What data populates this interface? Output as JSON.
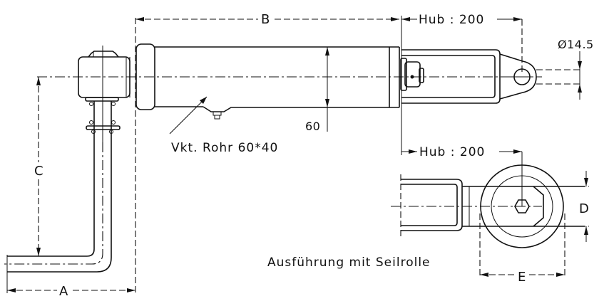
{
  "drawing": {
    "type": "technical-drawing",
    "subject": "Cylinder with angled lever arm",
    "labels": {
      "dim_A": "A",
      "dim_B": "B",
      "dim_C": "C",
      "dim_D": "D",
      "dim_E": "E",
      "stroke_top": "Hub : 200",
      "stroke_bottom": "Hub : 200",
      "hole_diameter": "Ø14.5",
      "tube_height": "60",
      "tube_callout": "Vkt. Rohr 60*40",
      "variant_caption": "Ausführung mit Seilrolle"
    },
    "line_color": "#111111",
    "background": "#ffffff"
  }
}
